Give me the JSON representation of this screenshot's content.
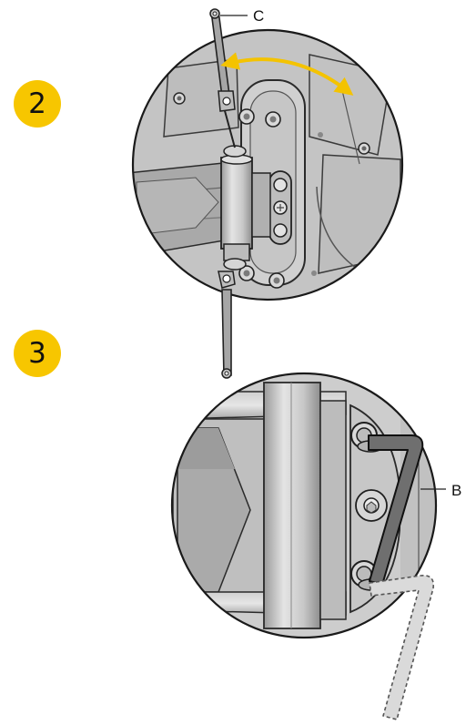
{
  "colors": {
    "badge": "#f7c600",
    "arrow": "#f4c300",
    "metal_light": "#d6d6d6",
    "metal_mid": "#b9b9b9",
    "metal_dark": "#8e8e8e",
    "outline": "#2a2a2a"
  },
  "steps": [
    {
      "number": "2",
      "callout_label": "C",
      "callout_part": "lever-handle"
    },
    {
      "number": "3",
      "callout_label": "B",
      "callout_part": "hex-key"
    }
  ],
  "arrow": {
    "type": "double-headed-curved-arrow"
  }
}
